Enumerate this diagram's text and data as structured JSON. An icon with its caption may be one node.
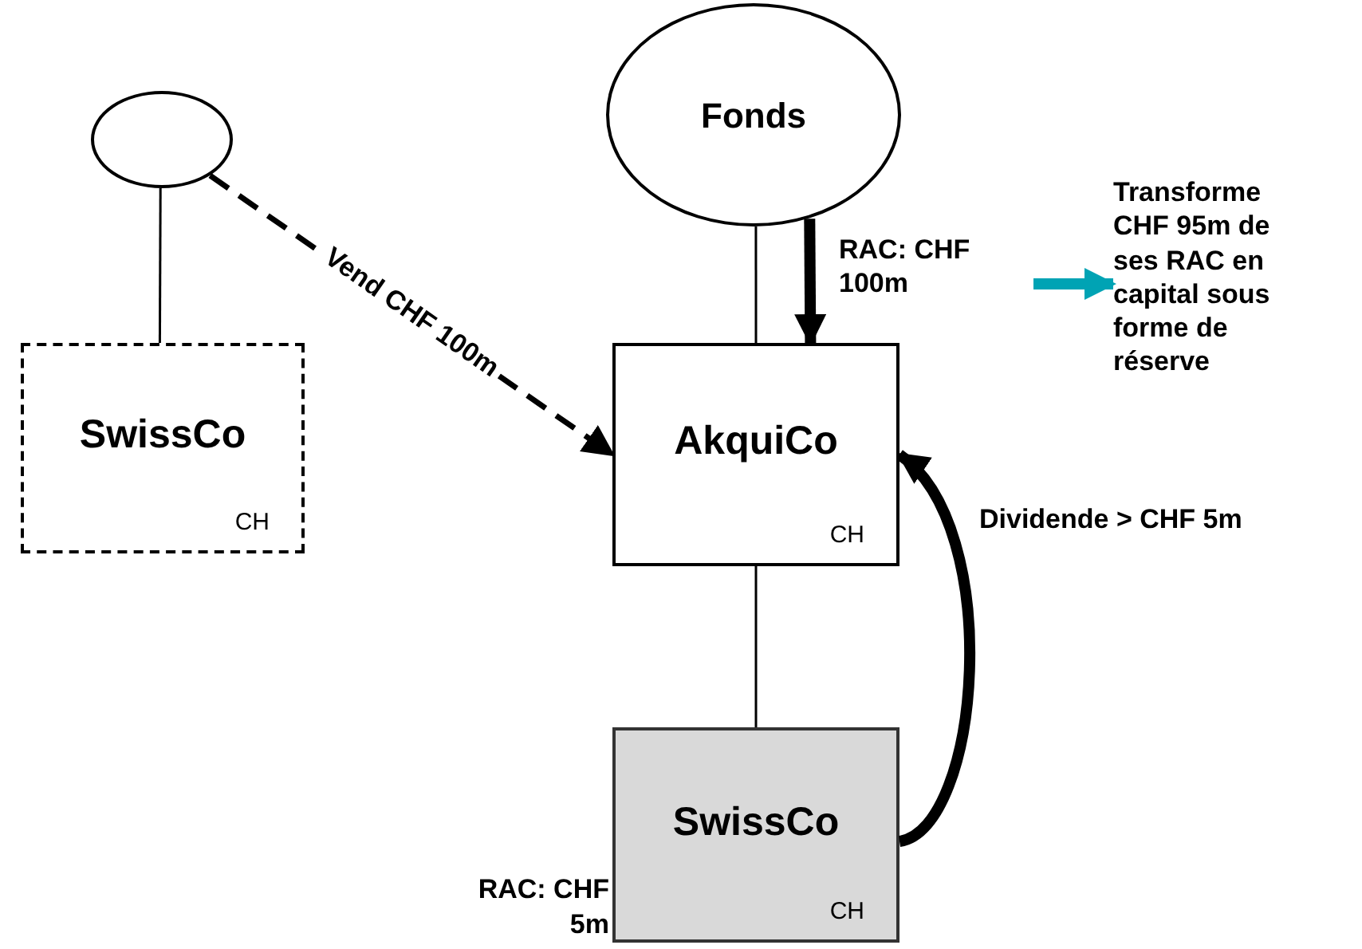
{
  "diagram": {
    "nodes": [
      {
        "text": [],
        "shape": "circle"
      },
      {
        "text": [
          "SwissCo",
          "CH"
        ]
      },
      {
        "text": [
          "Fonds"
        ]
      },
      {
        "text": [
          "AkquiCo",
          "CH"
        ]
      },
      {
        "text": [
          "SwissCo",
          "CH"
        ],
        "beside": [
          "RAC: CHF 5m"
        ]
      },
      {
        "text": [
          "Transforme CHF 95m de ses RAC en capital sous forme de réserve"
        ]
      }
    ],
    "edges": [
      {
        "from": 0,
        "to": 1,
        "arrow": "none"
      },
      {
        "from": 0,
        "to": 3,
        "arrow": "to",
        "label": "Vend CHF 100m",
        "style": "dashed"
      },
      {
        "from": 2,
        "to": 3,
        "arrow": "none"
      },
      {
        "from": 2,
        "to": 3,
        "arrow": "to",
        "label": "RAC: CHF 100m",
        "style": "thick"
      },
      {
        "from": 3,
        "to": 4,
        "arrow": "none"
      },
      {
        "from": 4,
        "to": 3,
        "arrow": "to",
        "label": "Dividende > CHF 5m",
        "style": "thick"
      },
      {
        "from": null,
        "to": 5,
        "arrow": "to",
        "color": "#00a3b4",
        "style": "thick"
      }
    ]
  }
}
